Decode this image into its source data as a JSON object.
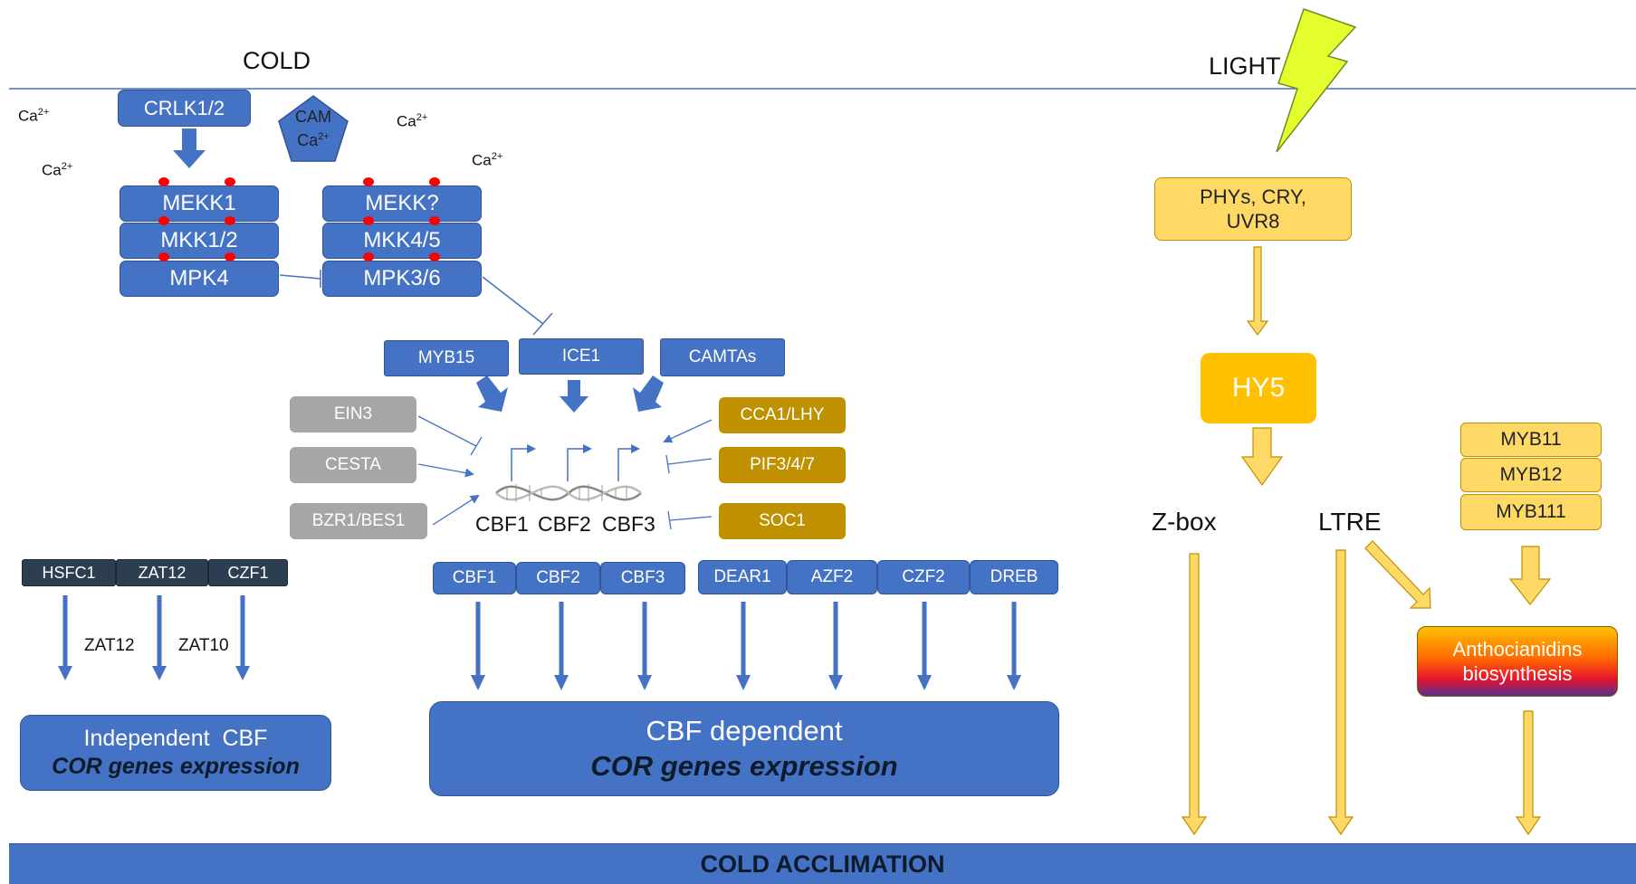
{
  "headers": {
    "cold": "COLD",
    "light": "LIGHT"
  },
  "calcium": [
    "Ca",
    "Ca",
    "Ca",
    "Ca"
  ],
  "calcium_sup": "2+",
  "cam": {
    "line1": "CAM",
    "line2": "Ca",
    "sup": "2+"
  },
  "mapk": {
    "crlk": "CRLK1/2",
    "left": [
      "MEKK1",
      "MKK1/2",
      "MPK4"
    ],
    "right": [
      "MEKK?",
      "MKK4/5",
      "MPK3/6"
    ]
  },
  "tf_top": [
    "MYB15",
    "ICE1",
    "CAMTAs"
  ],
  "grey_regulators": [
    "EIN3",
    "CESTA",
    "BZR1/BES1"
  ],
  "gold_regulators": [
    "CCA1/LHY",
    "PIF3/4/7",
    "SOC1"
  ],
  "promoters": [
    "CBF1",
    "CBF2",
    "CBF3"
  ],
  "independent": {
    "tfs": [
      "HSFC1",
      "ZAT12",
      "CZF1"
    ],
    "arrow_labels": [
      "ZAT12",
      "ZAT10"
    ],
    "title": "Independent  CBF",
    "subtitle": "COR genes expression"
  },
  "dependent": {
    "cbfs": [
      "CBF1",
      "CBF2",
      "CBF3"
    ],
    "others": [
      "DEAR1",
      "AZF2",
      "CZF2",
      "DREB"
    ],
    "title": "CBF dependent",
    "subtitle": "COR genes expression"
  },
  "light_path": {
    "receptors": "PHYs, CRY,\nUVR8",
    "receptors_l1": "PHYs, CRY,",
    "receptors_l2": "UVR8",
    "hy5": "HY5",
    "zbox": "Z-box",
    "ltre": "LTRE",
    "mybs": [
      "MYB11",
      "MYB12",
      "MYB111"
    ],
    "antho_l1": "Anthocianidins",
    "antho_l2": "biosynthesis"
  },
  "bottom_bar": "COLD ACCLIMATION",
  "colors": {
    "blue": "#4472C4",
    "dark": "#2C3E50",
    "grey": "#A6A6A6",
    "gold": "#BF9000",
    "yellow": "#FFD966",
    "hy5": "#FFC000",
    "bolt": "#E5FF2E",
    "membrane": "#4472C4"
  },
  "icons": [
    "lightning-bolt-icon",
    "dna-helix-icon",
    "phosphorylation-dot-icon"
  ]
}
